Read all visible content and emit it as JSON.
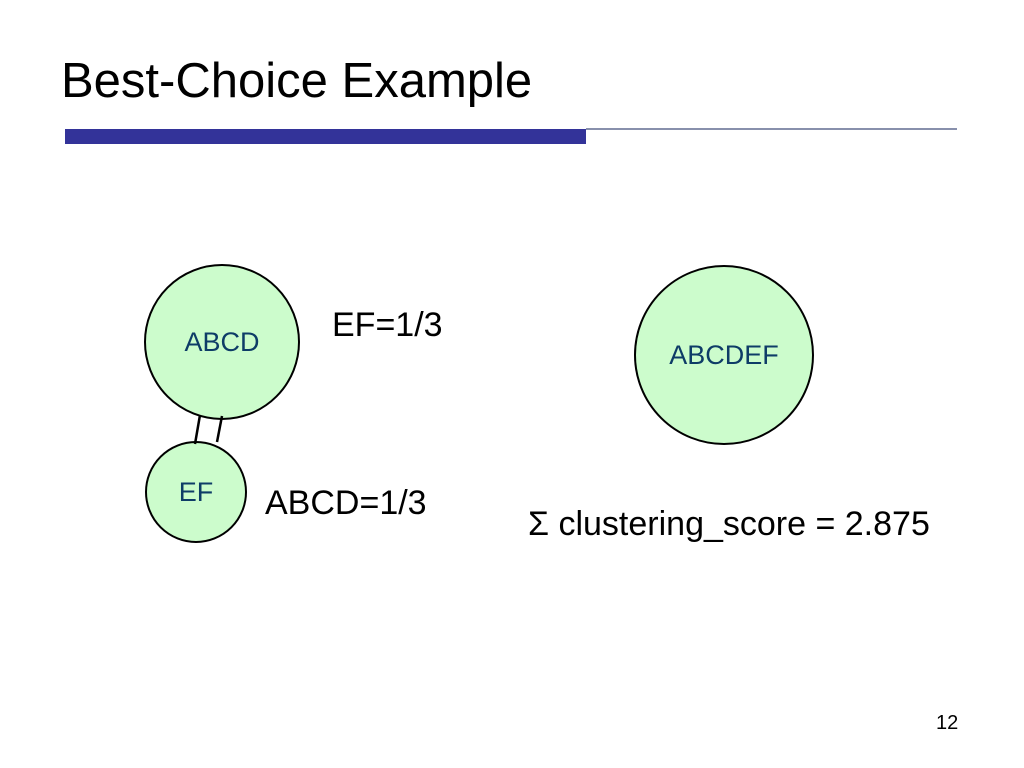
{
  "slide": {
    "title": "Best-Choice Example",
    "page_number": "12"
  },
  "clusters": {
    "abcd": {
      "label": "ABCD"
    },
    "ef": {
      "label": "EF"
    },
    "abcdef": {
      "label": "ABCDEF"
    }
  },
  "annotations": {
    "ef_score": "EF=1/3",
    "abcd_score": "ABCD=1/3",
    "total_score": "Σ clustering_score = 2.875"
  },
  "colors": {
    "accent_bar": "#333399",
    "thin_rule": "#8890ac",
    "node_fill": "#ccfccc",
    "node_border": "#000000",
    "node_label": "#0e3c67",
    "edge": "#000000"
  }
}
